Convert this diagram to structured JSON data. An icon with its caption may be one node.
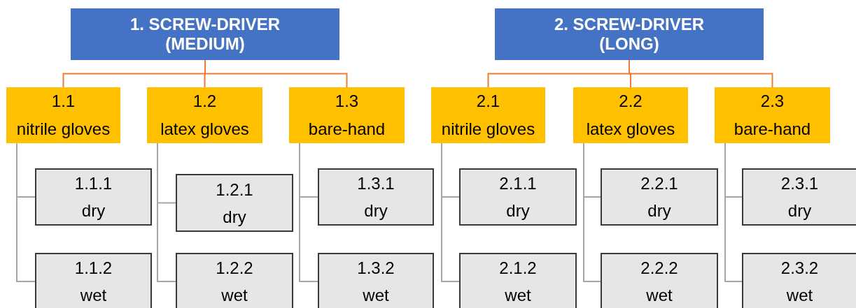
{
  "diagram": {
    "nodes": [
      {
        "text": [
          "1. SCREW-DRIVER (MEDIUM)"
        ]
      },
      {
        "text": [
          "2. SCREW-DRIVER (LONG)"
        ]
      },
      {
        "text": [
          "1.1",
          "nitrile gloves"
        ]
      },
      {
        "text": [
          "1.2",
          "latex gloves"
        ]
      },
      {
        "text": [
          "1.3",
          "bare-hand"
        ]
      },
      {
        "text": [
          "2.1",
          "nitrile gloves"
        ]
      },
      {
        "text": [
          "2.2",
          "latex gloves"
        ]
      },
      {
        "text": [
          "2.3",
          "bare-hand"
        ]
      },
      {
        "text": [
          "1.1.1",
          "dry"
        ]
      },
      {
        "text": [
          "1.1.2",
          "wet"
        ]
      },
      {
        "text": [
          "1.2.1",
          "dry"
        ]
      },
      {
        "text": [
          "1.2.2",
          "wet"
        ]
      },
      {
        "text": [
          "1.3.1",
          "dry"
        ]
      },
      {
        "text": [
          "1.3.2",
          "wet"
        ]
      },
      {
        "text": [
          "2.1.1",
          "dry"
        ]
      },
      {
        "text": [
          "2.1.2",
          "wet"
        ]
      },
      {
        "text": [
          "2.2.1",
          "dry"
        ]
      },
      {
        "text": [
          "2.2.2",
          "wet"
        ]
      },
      {
        "text": [
          "2.3.1",
          "dry"
        ]
      },
      {
        "text": [
          "2.3.2",
          "wet"
        ]
      }
    ],
    "edges": [
      {
        "from": 0,
        "to": 2,
        "arrow": "none",
        "color": "#ed7d31"
      },
      {
        "from": 0,
        "to": 3,
        "arrow": "none",
        "color": "#ed7d31"
      },
      {
        "from": 0,
        "to": 4,
        "arrow": "none",
        "color": "#ed7d31"
      },
      {
        "from": 1,
        "to": 5,
        "arrow": "none",
        "color": "#ed7d31"
      },
      {
        "from": 1,
        "to": 6,
        "arrow": "none",
        "color": "#ed7d31"
      },
      {
        "from": 1,
        "to": 7,
        "arrow": "none",
        "color": "#ed7d31"
      },
      {
        "from": 2,
        "to": 8,
        "arrow": "none"
      },
      {
        "from": 2,
        "to": 9,
        "arrow": "none"
      },
      {
        "from": 3,
        "to": 10,
        "arrow": "none"
      },
      {
        "from": 3,
        "to": 11,
        "arrow": "none"
      },
      {
        "from": 4,
        "to": 12,
        "arrow": "none"
      },
      {
        "from": 4,
        "to": 13,
        "arrow": "none"
      },
      {
        "from": 5,
        "to": 14,
        "arrow": "none"
      },
      {
        "from": 5,
        "to": 15,
        "arrow": "none"
      },
      {
        "from": 6,
        "to": 16,
        "arrow": "none"
      },
      {
        "from": 6,
        "to": 17,
        "arrow": "none"
      },
      {
        "from": 7,
        "to": 18,
        "arrow": "none"
      },
      {
        "from": 7,
        "to": 19,
        "arrow": "none"
      }
    ]
  }
}
